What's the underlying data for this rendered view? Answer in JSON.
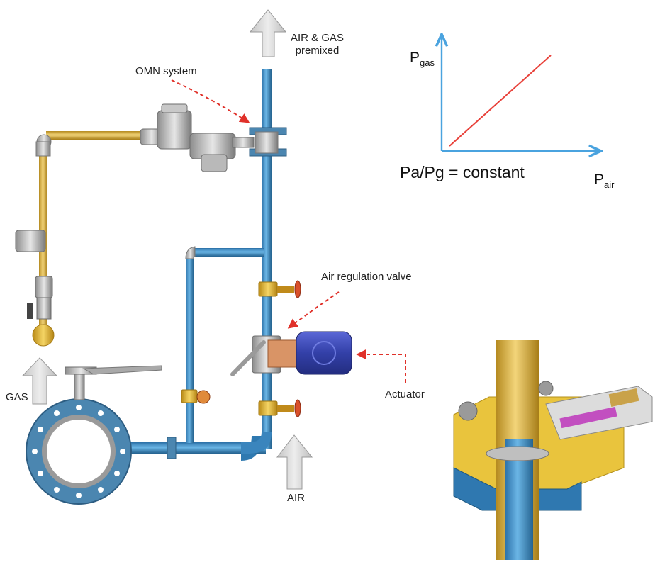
{
  "labels": {
    "air_gas_line1": "AIR & GAS",
    "air_gas_line2": "premixed",
    "omn": "OMN system",
    "air_valve": "Air regulation valve",
    "actuator": "Actuator",
    "gas": "GAS",
    "air": "AIR"
  },
  "graph": {
    "y_label_main": "P",
    "y_label_sub": "gas",
    "x_label_main": "P",
    "x_label_sub": "air",
    "equation": "Pa/Pg = constant"
  },
  "colors": {
    "axis": "#4aa3df",
    "ratio_line": "#e8413a",
    "arrow_dash": "#e0312a",
    "air_pipe": "#3f8fc9",
    "gas_pipe": "#d4a93a",
    "flange": "#4b86b0",
    "actuator": "#3b46b8",
    "valve_brass": "#e2b53a",
    "valve_handle": "#d94f2a",
    "flow_arrow": "#d5d5d5"
  },
  "icons": [
    "up-arrow-icon",
    "valve-handwheel-icon",
    "gas-regulator-icon",
    "actuator-icon"
  ]
}
